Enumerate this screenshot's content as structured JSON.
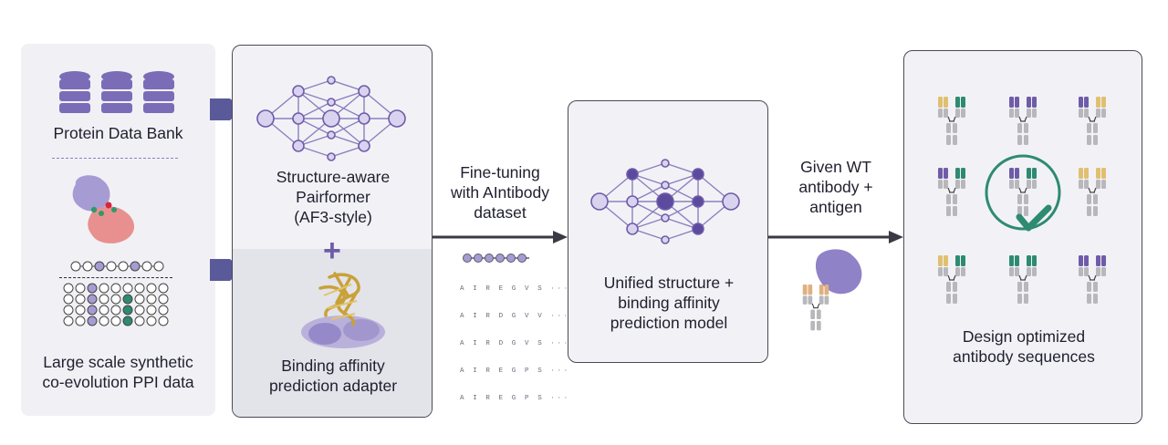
{
  "sources": {
    "pdb_label": "Protein Data Bank",
    "ppi_label": "Large scale synthetic\nco-evolution PPI data"
  },
  "model": {
    "pairformer_label": "Structure-aware\nPairformer\n(AF3-style)",
    "plus_sign": "+",
    "adapter_label": "Binding affinity\nprediction adapter"
  },
  "finetune": {
    "label": "Fine-tuning\nwith AIntibody\ndataset",
    "sequence_rows": [
      "A I R E G V S ···",
      "A I R D G V V ···",
      "A I R D G V S ···",
      "A I R E G P S ···",
      "A I R E G P S ···"
    ]
  },
  "unified": {
    "label": "Unified structure +\nbinding affinity\nprediction model"
  },
  "given": {
    "label": "Given WT\nantibody +\nantigen"
  },
  "output": {
    "label": "Design optimized\nantibody sequences"
  },
  "colors": {
    "purple": "#6f5ca8",
    "light_purple": "#b5acd8",
    "green": "#2e8b72",
    "yellow": "#e0c070",
    "pink": "#e8908f",
    "arrow": "#3a3a44",
    "antibody_gray": "#b8b8bc"
  },
  "icons": {
    "database": "database-icon",
    "protein_complex": "protein-complex-icon",
    "msa": "msa-grid-icon",
    "network": "neural-network-icon",
    "protein_structure": "protein-structure-icon",
    "antibody": "antibody-icon",
    "checkmark": "checkmark-icon"
  }
}
